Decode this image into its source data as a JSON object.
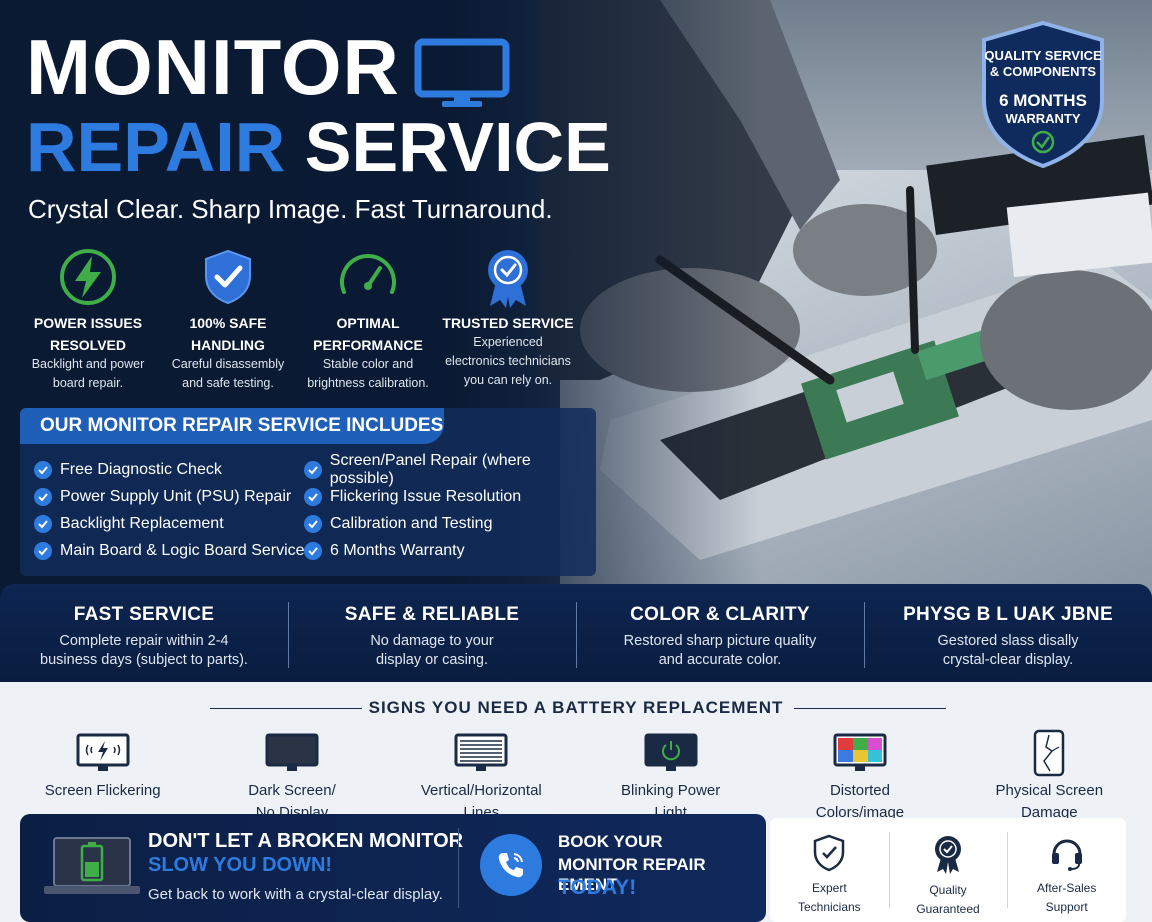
{
  "hero": {
    "title_line1": "MONITOR",
    "title_line2_blue": "REPAIR",
    "title_line2_white": "SERVICE",
    "tagline": "Crystal Clear. Sharp Image. Fast Turnaround.",
    "accent_color": "#2e7be0"
  },
  "warranty_badge": {
    "line1": "QUALITY SERVICE",
    "line2": "& COMPONENTS",
    "line3": "6 MONTHS",
    "line4": "WARRANTY"
  },
  "features": [
    {
      "icon": "lightning-icon",
      "title1": "POWER ISSUES",
      "title2": "RESOLVED",
      "desc1": "Backlight and power",
      "desc2": "board repair."
    },
    {
      "icon": "shield-check-icon",
      "title1": "100% SAFE",
      "title2": "HANDLING",
      "desc1": "Careful disassembly",
      "desc2": "and safe testing."
    },
    {
      "icon": "gauge-icon",
      "title1": "OPTIMAL",
      "title2": "PERFORMANCE",
      "desc1": "Stable color and",
      "desc2": "brightness calibration."
    },
    {
      "icon": "award-ribbon-icon",
      "title1": "TRUSTED SERVICE",
      "title2": "",
      "desc1": "Experienced",
      "desc2": "electronics technicians",
      "desc3": "you can rely on."
    }
  ],
  "includes": {
    "heading": "OUR MONITOR REPAIR SERVICE INCLUDES",
    "left": [
      "Free Diagnostic Check",
      "Power Supply Unit (PSU) Repair",
      "Backlight Replacement",
      "Main Board & Logic Board Service"
    ],
    "right": [
      "Screen/Panel Repair (where possible)",
      "Flickering Issue Resolution",
      "Calibration and Testing",
      "6 Months Warranty"
    ]
  },
  "band": [
    {
      "title": "FAST SERVICE",
      "desc1": "Complete repair within 2-4",
      "desc2": "business days (subject to parts)."
    },
    {
      "title": "SAFE & RELIABLE",
      "desc1": "No damage to your",
      "desc2": "display or casing."
    },
    {
      "title": "COLOR & CLARITY",
      "desc1": "Restored sharp picture quality",
      "desc2": "and accurate color."
    },
    {
      "title": "PHYSG B L UAK JBNE",
      "desc1": "Gestored slass disally",
      "desc2": "crystal-clear display."
    }
  ],
  "signs": {
    "heading": "SIGNS YOU NEED A BATTERY REPLACEMENT",
    "items": [
      {
        "icon": "flicker-screen-icon",
        "line1": "Screen Flickering",
        "line2": ""
      },
      {
        "icon": "dark-screen-icon",
        "line1": "Dark Screen/",
        "line2": "No Display"
      },
      {
        "icon": "lines-screen-icon",
        "line1": "Vertical/Horizontal",
        "line2": "Lines"
      },
      {
        "icon": "power-light-icon",
        "line1": "Blinking Power",
        "line2": "Light"
      },
      {
        "icon": "distorted-colors-icon",
        "line1": "Distorted",
        "line2": "Colors/image"
      },
      {
        "icon": "cracked-phone-icon",
        "line1": "Physical Screen",
        "line2": "Damage"
      }
    ]
  },
  "cta": {
    "line1": "DON'T LET A BROKEN MONITOR",
    "line2": "SLOW YOU DOWN!",
    "line3": "Get back to work with a crystal-clear display.",
    "book1": "BOOK YOUR",
    "book2": "MONITOR REPAIR EMENT",
    "book3": "TODAY!"
  },
  "trust": [
    {
      "icon": "expert-shield-icon",
      "line1": "Expert",
      "line2": "Technicians"
    },
    {
      "icon": "quality-medal-icon",
      "line1": "Quality",
      "line2": "Guaranteed"
    },
    {
      "icon": "headset-icon",
      "line1": "After-Sales",
      "line2": "Support"
    }
  ]
}
